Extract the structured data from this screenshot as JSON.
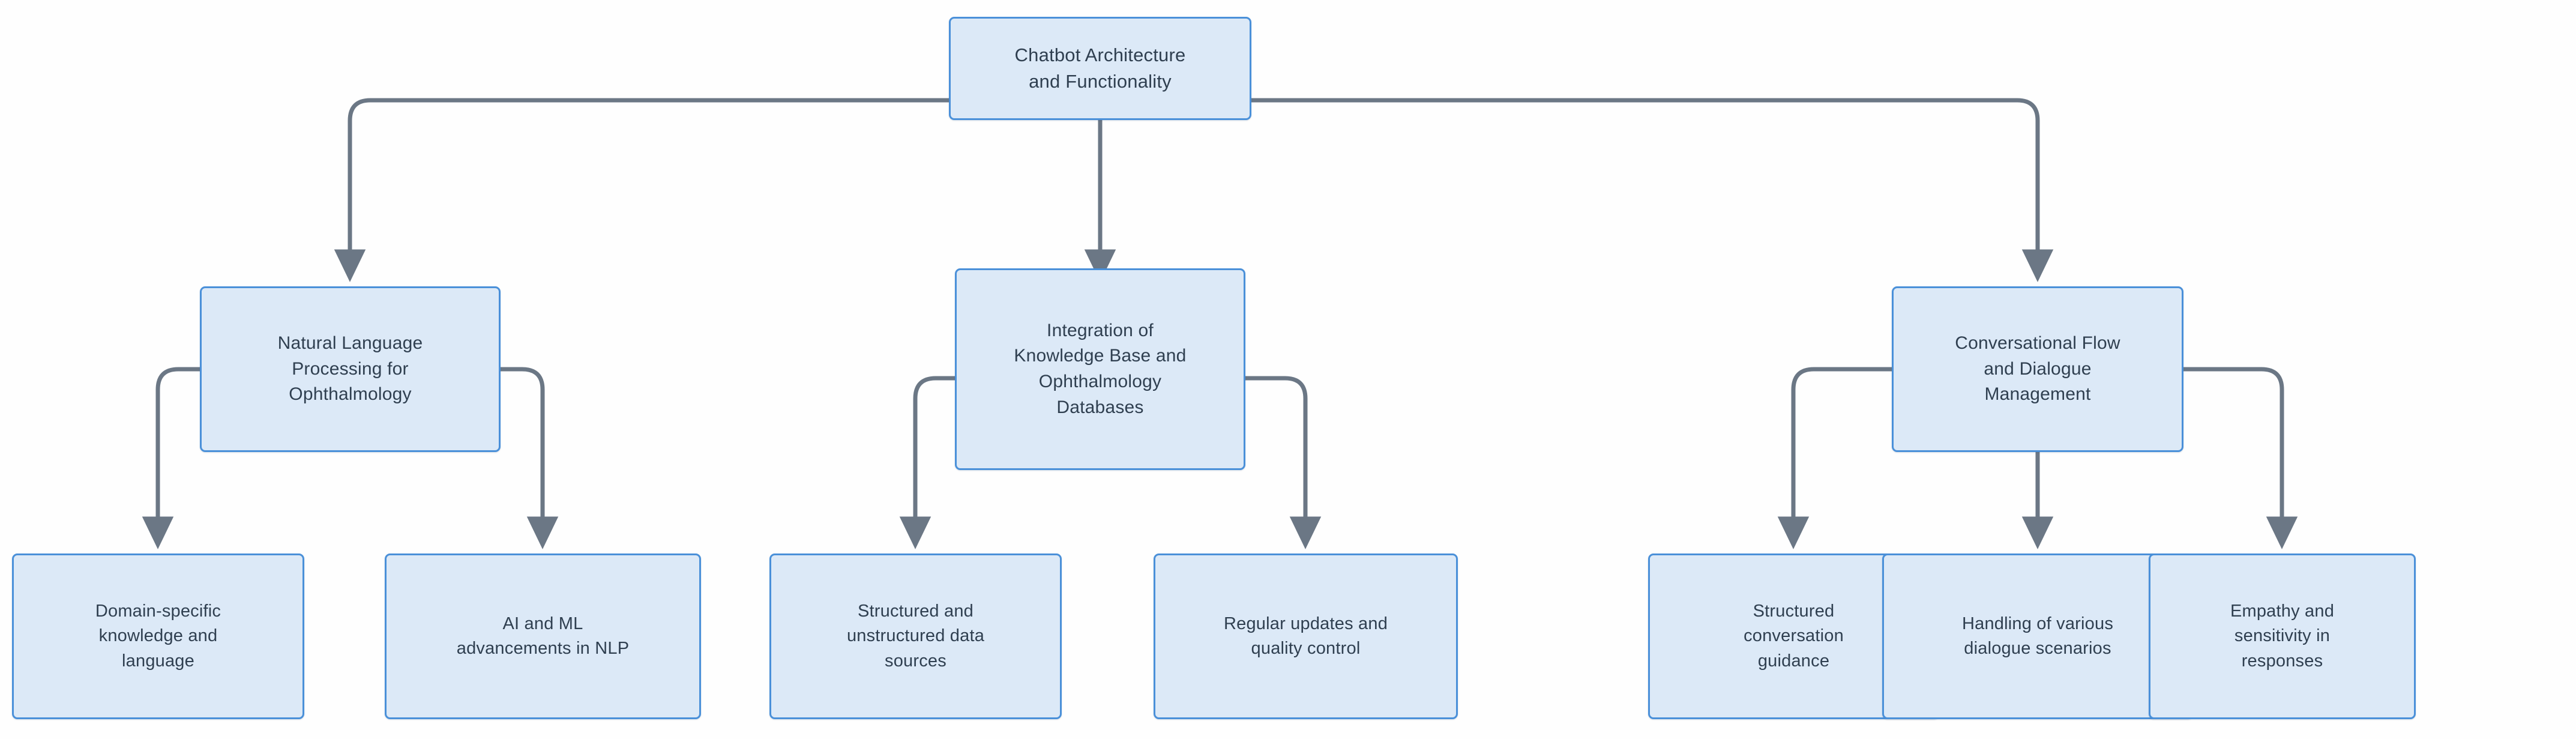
{
  "diagram": {
    "title": "Chatbot Architecture and Functionality",
    "type": "hierarchical-flowchart",
    "orientation": "top-down",
    "colors": {
      "node_fill": "#dce9f7",
      "node_border": "#4a90d9",
      "node_text": "#2f3f50",
      "edge": "#6b7785",
      "background": "#fefefe"
    },
    "root": {
      "id": "root",
      "label": "Chatbot Architecture\nand Functionality"
    },
    "branches": [
      {
        "id": "branch-nlp",
        "label": "Natural Language\nProcessing for\nOphthalmology",
        "children": [
          {
            "id": "leaf-domain-knowledge",
            "label": "Domain-specific\nknowledge and\nlanguage"
          },
          {
            "id": "leaf-ai-ml",
            "label": "AI and ML\nadvancements in NLP"
          }
        ]
      },
      {
        "id": "branch-knowledge-base",
        "label": "Integration of\nKnowledge Base and\nOphthalmology\nDatabases",
        "children": [
          {
            "id": "leaf-data-sources",
            "label": "Structured and\nunstructured data\nsources"
          },
          {
            "id": "leaf-updates",
            "label": "Regular updates and\nquality control"
          }
        ]
      },
      {
        "id": "branch-dialogue",
        "label": "Conversational Flow\nand Dialogue\nManagement",
        "children": [
          {
            "id": "leaf-conversation-guidance",
            "label": "Structured\nconversation\nguidance"
          },
          {
            "id": "leaf-dialogue-scenarios",
            "label": "Handling of various\ndialogue scenarios"
          },
          {
            "id": "leaf-empathy",
            "label": "Empathy and\nsensitivity in\nresponses"
          }
        ]
      }
    ]
  }
}
